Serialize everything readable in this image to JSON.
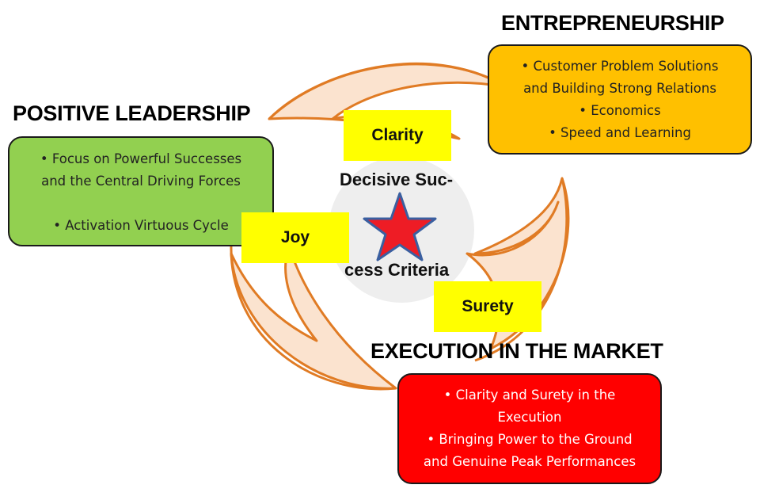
{
  "diagram": {
    "positive_leadership": {
      "title": "POSITIVE LEADERSHIP",
      "items": [
        "• Focus on Powerful Successes",
        "and the Central Driving Forces",
        "• Activation Virtuous Cycle"
      ],
      "color": "#92d050"
    },
    "entrepreneurship": {
      "title": "ENTREPRENEURSHIP",
      "items": [
        "• Customer Problem Solutions",
        "and Building Strong Relations",
        "• Economics",
        "• Speed and Learning"
      ],
      "color": "#ffc000"
    },
    "execution": {
      "title": "EXECUTION IN THE MARKET",
      "items": [
        "• Clarity and Surety in the",
        "Execution",
        "• Bringing Power to the Ground",
        "and Genuine Peak Performances"
      ],
      "color": "#ff0000"
    },
    "labels": {
      "clarity": "Clarity",
      "joy": "Joy",
      "surety": "Surety"
    },
    "center": {
      "line1": "Decisive Suc-",
      "line2": "cess Criteria"
    },
    "colors": {
      "arrow_stroke": "#e07b24",
      "arrow_fill": "#fbe3cf",
      "label_bg": "#ffff00",
      "center_circle": "#eeeeee",
      "star_fill": "#ee1c25",
      "star_stroke": "#3a5fa0"
    }
  }
}
